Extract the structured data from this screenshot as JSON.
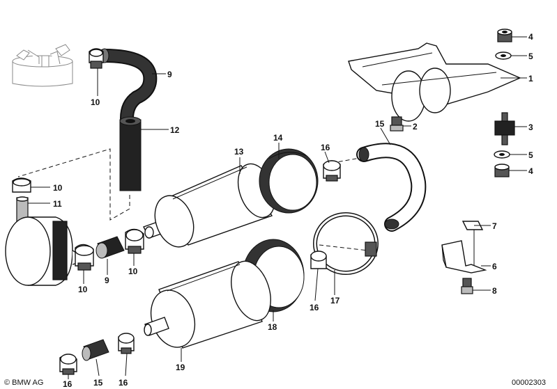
{
  "callouts": [
    {
      "id": "c1",
      "text": "1"
    },
    {
      "id": "c2",
      "text": "2"
    },
    {
      "id": "c3",
      "text": "3"
    },
    {
      "id": "c4a",
      "text": "4"
    },
    {
      "id": "c4b",
      "text": "4"
    },
    {
      "id": "c5a",
      "text": "5"
    },
    {
      "id": "c5b",
      "text": "5"
    },
    {
      "id": "c6",
      "text": "6"
    },
    {
      "id": "c7",
      "text": "7"
    },
    {
      "id": "c8",
      "text": "8"
    },
    {
      "id": "c9a",
      "text": "9"
    },
    {
      "id": "c9b",
      "text": "9"
    },
    {
      "id": "c10a",
      "text": "10"
    },
    {
      "id": "c10b",
      "text": "10"
    },
    {
      "id": "c10c",
      "text": "10"
    },
    {
      "id": "c10d",
      "text": "10"
    },
    {
      "id": "c11",
      "text": "11"
    },
    {
      "id": "c12",
      "text": "12"
    },
    {
      "id": "c13",
      "text": "13"
    },
    {
      "id": "c14",
      "text": "14"
    },
    {
      "id": "c15a",
      "text": "15"
    },
    {
      "id": "c15b",
      "text": "15"
    },
    {
      "id": "c16a",
      "text": "16"
    },
    {
      "id": "c16b",
      "text": "16"
    },
    {
      "id": "c16c",
      "text": "16"
    },
    {
      "id": "c16d",
      "text": "16"
    },
    {
      "id": "c17",
      "text": "17"
    },
    {
      "id": "c18",
      "text": "18"
    },
    {
      "id": "c19",
      "text": "19"
    }
  ],
  "footer": {
    "copyright": "© BMW AG",
    "diagram_number": "00002303"
  }
}
